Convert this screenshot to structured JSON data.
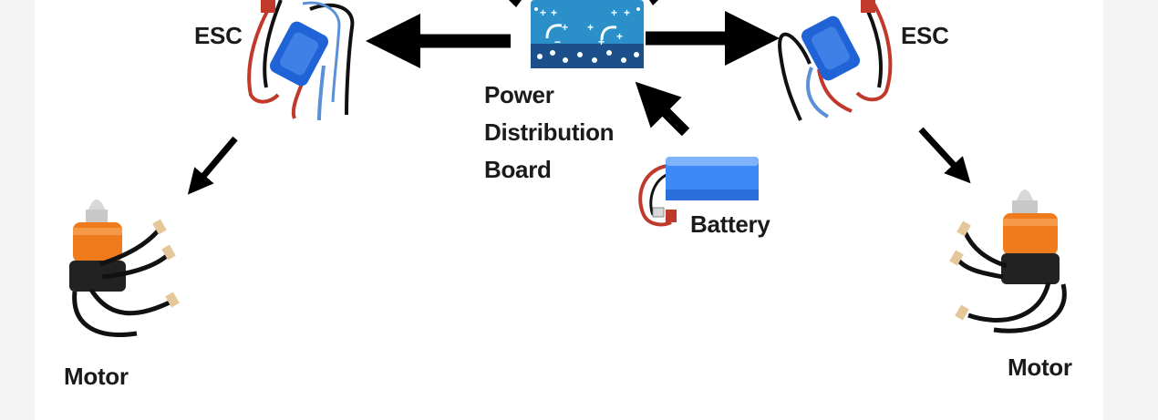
{
  "diagram": {
    "labels": {
      "esc_left": "ESC",
      "esc_right": "ESC",
      "pdb_line1": "Power",
      "pdb_line2": "Distribution",
      "pdb_line3": "Board",
      "battery": "Battery",
      "motor_left": "Motor",
      "motor_right": "Motor"
    },
    "colors": {
      "background": "#ffffff",
      "border": "#f4f4f4",
      "text": "#1a1a1a",
      "arrow": "#000000",
      "pdb_board": "#2b8fc9",
      "pdb_dark": "#1d4f8a",
      "esc_body": "#1f63d6",
      "battery_body": "#3d8af7",
      "motor_bell": "#ef7b1c",
      "motor_base": "#222222",
      "wire_red": "#c0392b",
      "wire_blue": "#5b8fd6",
      "wire_black": "#111111"
    },
    "icons": [
      "power-distribution-board-icon",
      "esc-icon",
      "battery-icon",
      "motor-icon",
      "arrow-icon"
    ]
  }
}
